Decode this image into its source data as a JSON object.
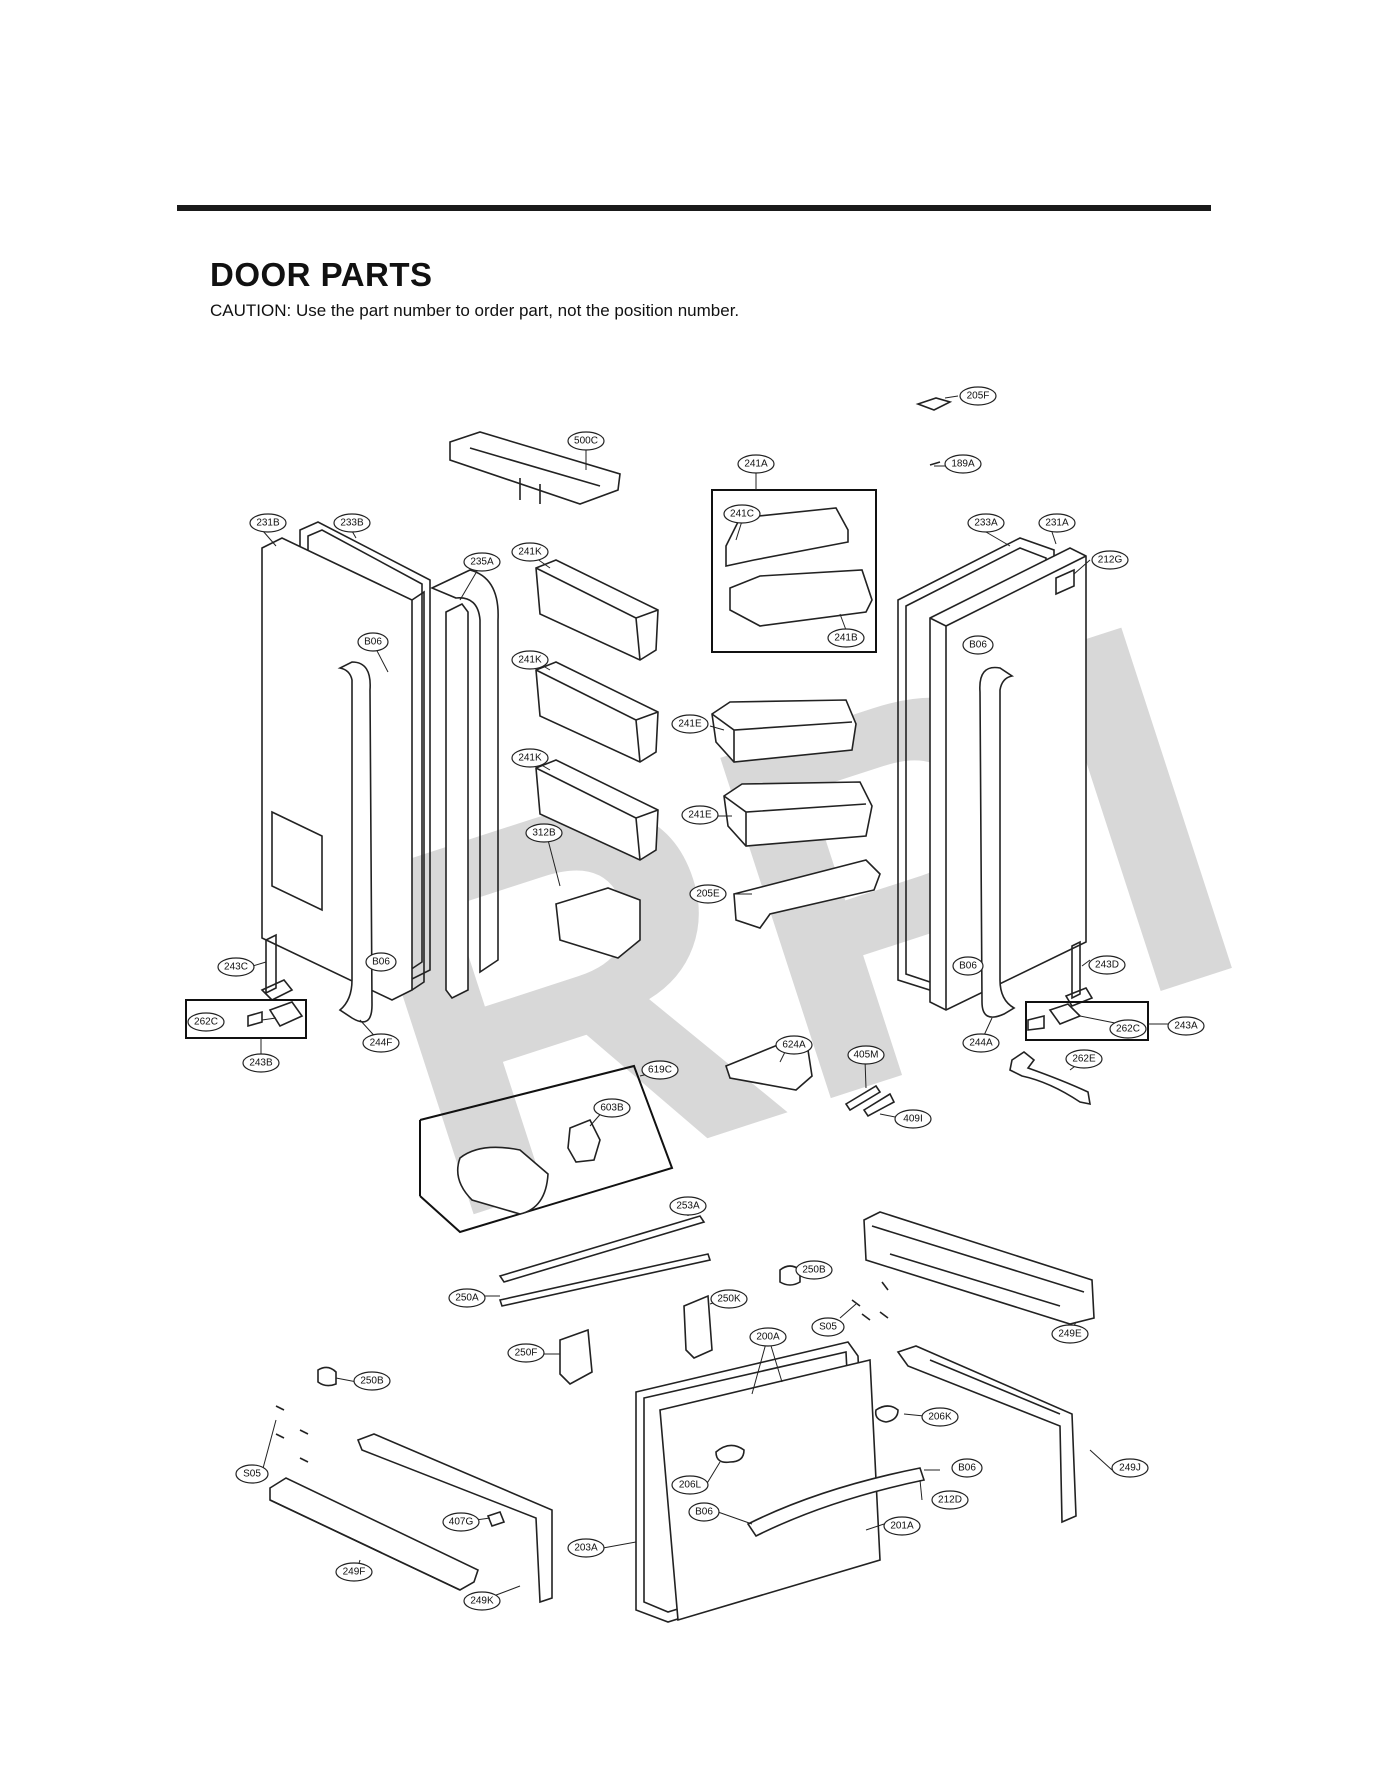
{
  "header": {
    "title": "DOOR PARTS",
    "caution": "CAUTION: Use the part number to order part, not the position number."
  },
  "watermark": "RPI",
  "callouts": {
    "c205F": "205F",
    "c500C": "500C",
    "c189A": "189A",
    "c241A": "241A",
    "c241C": "241C",
    "c241B": "241B",
    "c231B": "231B",
    "c233B": "233B",
    "c235A": "235A",
    "c241K_1": "241K",
    "c241K_2": "241K",
    "c241K_3": "241K",
    "c233A": "233A",
    "c231A": "231A",
    "c212G": "212G",
    "cB06_1": "B06",
    "cB06_2": "B06",
    "cB06_3": "B06",
    "cB06_4": "B06",
    "c241E_1": "241E",
    "c241E_2": "241E",
    "c312B": "312B",
    "c205E": "205E",
    "c243C": "243C",
    "c262C_1": "262C",
    "c243B": "243B",
    "c244F": "244F",
    "c243D": "243D",
    "c262C_2": "262C",
    "c243A": "243A",
    "c244A": "244A",
    "c262E": "262E",
    "c619C": "619C",
    "c603B": "603B",
    "c624A": "624A",
    "c405M": "405M",
    "c409I": "409I",
    "c253A": "253A",
    "c250A": "250A",
    "c250B_1": "250B",
    "c250K": "250K",
    "cS05_1": "S05",
    "c249E": "249E",
    "c250F": "250F",
    "c200A": "200A",
    "c250B_2": "250B",
    "c206K": "206K",
    "cB06_5": "B06",
    "c249J": "249J",
    "cS05_2": "S05",
    "c206L": "206L",
    "cB06_6": "B06",
    "c212D": "212D",
    "c407G": "407G",
    "c201A": "201A",
    "c249F": "249F",
    "c203A": "203A",
    "c249K": "249K"
  }
}
